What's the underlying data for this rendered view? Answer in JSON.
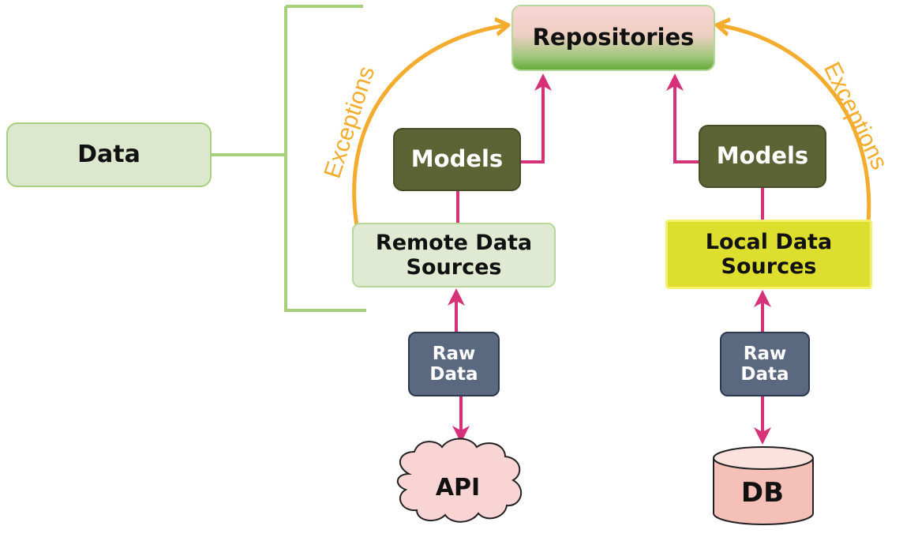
{
  "data_label": "Data",
  "repositories_label": "Repositories",
  "models_left_label": "Models",
  "models_right_label": "Models",
  "remote_sources": {
    "line1": "Remote Data",
    "line2": "Sources"
  },
  "local_sources": {
    "line1": "Local Data",
    "line2": "Sources"
  },
  "raw_left": {
    "line1": "Raw",
    "line2": "Data"
  },
  "raw_right": {
    "line1": "Raw",
    "line2": "Data"
  },
  "api_label": "API",
  "db_label": "DB",
  "exceptions_left": "Exceptions",
  "exceptions_right": "Exceptions",
  "colors": {
    "bracket_green": "#a7cf7e",
    "arc_orange": "#f3ac2e",
    "arrow_magenta": "#d6327a",
    "models_olive": "#5c6335",
    "raw_slate": "#5a6880",
    "local_yellow": "#dede2e",
    "cloud_pink": "#f9d4d4"
  }
}
